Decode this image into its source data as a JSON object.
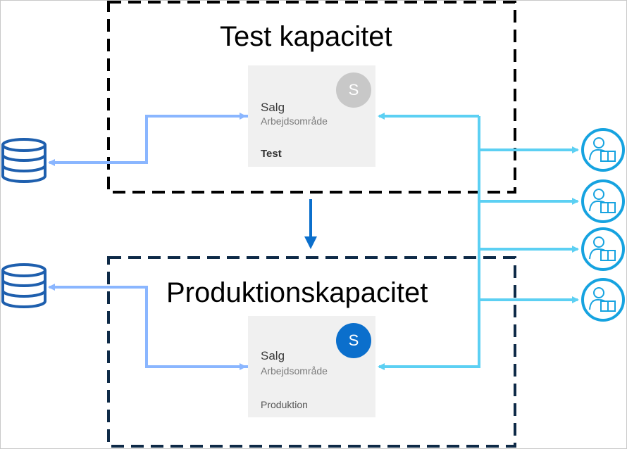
{
  "test_box": {
    "title": "Test kapacitet",
    "workspace": {
      "title": "Salg",
      "subtitle": "Arbejdsområde",
      "tag": "Test",
      "avatar_letter": "S",
      "avatar_color": "#c8c8c8"
    }
  },
  "prod_box": {
    "title": "Produktionskapacitet",
    "workspace": {
      "title": "Salg",
      "subtitle": "Arbejdsområde",
      "tag": "Produktion",
      "avatar_letter": "S",
      "avatar_color": "#0b6fcc"
    }
  },
  "colors": {
    "data_arrow": "#8ab6ff",
    "user_arrow": "#5cd0f3",
    "deploy_arrow": "#0b6fcc",
    "database": "#1e5fae",
    "user_icon": "#16a3e0",
    "dashed_border": "#000000",
    "prod_dashed_border": "#0e2a47"
  },
  "icons": {
    "database": "database-icon",
    "user": "user-report-icon"
  },
  "user_count": 4
}
